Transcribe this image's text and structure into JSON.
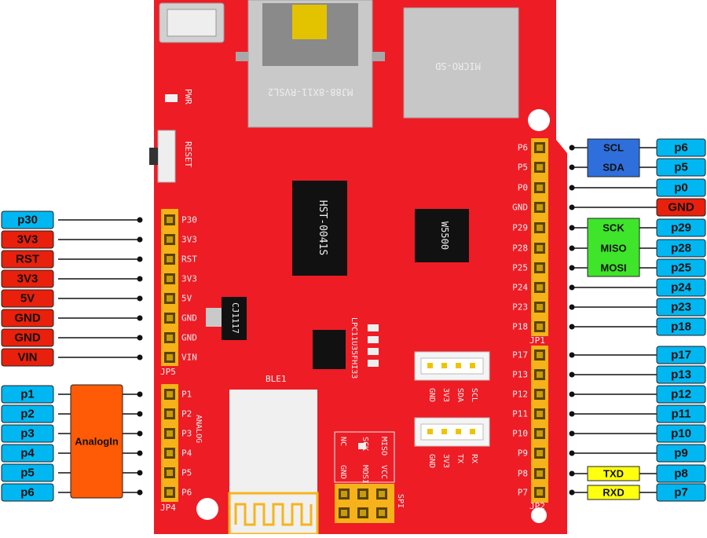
{
  "board": {
    "usb": "USB",
    "ethernet_model": "MJ88-8X11-RVSL2",
    "micro_sd": "MICRO-SD",
    "pwr": "PWR",
    "reset": "RESET",
    "chip_hst": "HST-0041S",
    "chip_w5500": "W5500",
    "regulator": "CJ1117",
    "mcu": "LPC11U35FHI33",
    "ble": "BLE1",
    "analog": "ANALOG",
    "spi": "SPI",
    "jp1": "JP1",
    "jp2": "JP2",
    "jp4": "JP4",
    "jp5": "JP5",
    "i2c_conn": [
      "GND",
      "3V3",
      "SDA",
      "SCL"
    ],
    "uart_conn": [
      "GND",
      "3V3",
      "TX",
      "RX"
    ],
    "spi_labels": [
      "MISO",
      "VCC",
      "SCK",
      "MOSI",
      "NC",
      "GND"
    ]
  },
  "left_pins": [
    {
      "silk": "P30",
      "tag": "p30",
      "color": "#00b7f1"
    },
    {
      "silk": "3V3",
      "tag": "3V3",
      "color": "#e8200c"
    },
    {
      "silk": "RST",
      "tag": "RST",
      "color": "#e8200c"
    },
    {
      "silk": "3V3",
      "tag": "3V3",
      "color": "#e8200c"
    },
    {
      "silk": "5V",
      "tag": "5V",
      "color": "#e8200c"
    },
    {
      "silk": "GND",
      "tag": "GND",
      "color": "#e8200c"
    },
    {
      "silk": "GND",
      "tag": "GND",
      "color": "#e8200c"
    },
    {
      "silk": "VIN",
      "tag": "VIN",
      "color": "#e8200c"
    },
    {
      "silk": "P1",
      "tag": "p1",
      "color": "#00b7f1"
    },
    {
      "silk": "P2",
      "tag": "p2",
      "color": "#00b7f1"
    },
    {
      "silk": "P3",
      "tag": "p3",
      "color": "#00b7f1"
    },
    {
      "silk": "P4",
      "tag": "p4",
      "color": "#00b7f1"
    },
    {
      "silk": "P5",
      "tag": "p5",
      "color": "#00b7f1"
    },
    {
      "silk": "P6",
      "tag": "p6",
      "color": "#00b7f1"
    }
  ],
  "right_pins": [
    {
      "silk": "P6",
      "tag": "p6",
      "color": "#00b7f1"
    },
    {
      "silk": "P5",
      "tag": "p5",
      "color": "#00b7f1"
    },
    {
      "silk": "P0",
      "tag": "p0",
      "color": "#00b7f1"
    },
    {
      "silk": "GND",
      "tag": "GND",
      "color": "#e8200c"
    },
    {
      "silk": "P29",
      "tag": "p29",
      "color": "#00b7f1"
    },
    {
      "silk": "P28",
      "tag": "p28",
      "color": "#00b7f1"
    },
    {
      "silk": "P25",
      "tag": "p25",
      "color": "#00b7f1"
    },
    {
      "silk": "P24",
      "tag": "p24",
      "color": "#00b7f1"
    },
    {
      "silk": "P23",
      "tag": "p23",
      "color": "#00b7f1"
    },
    {
      "silk": "P18",
      "tag": "p18",
      "color": "#00b7f1"
    },
    {
      "silk": "P17",
      "tag": "p17",
      "color": "#00b7f1"
    },
    {
      "silk": "P13",
      "tag": "p13",
      "color": "#00b7f1"
    },
    {
      "silk": "P12",
      "tag": "p12",
      "color": "#00b7f1"
    },
    {
      "silk": "P11",
      "tag": "p11",
      "color": "#00b7f1"
    },
    {
      "silk": "P10",
      "tag": "p10",
      "color": "#00b7f1"
    },
    {
      "silk": "P9",
      "tag": "p9",
      "color": "#00b7f1"
    },
    {
      "silk": "P8",
      "tag": "p8",
      "color": "#00b7f1"
    },
    {
      "silk": "P7",
      "tag": "p7",
      "color": "#00b7f1"
    }
  ],
  "function_boxes": {
    "i2c": {
      "labels": [
        "SCL",
        "SDA"
      ],
      "color": "#2f6fdc"
    },
    "spi": {
      "labels": [
        "SCK",
        "MISO",
        "MOSI"
      ],
      "color": "#3ee52a"
    },
    "uart": {
      "labels": [
        "TXD",
        "RXD"
      ],
      "color": "#ffff10"
    },
    "analog": {
      "label": "AnalogIn",
      "color": "#ff5a05"
    }
  },
  "colors": {
    "board": "#ee1c25",
    "header": "#f5b21a",
    "power_tag": "#e8200c",
    "pin_tag": "#00b7f1"
  }
}
